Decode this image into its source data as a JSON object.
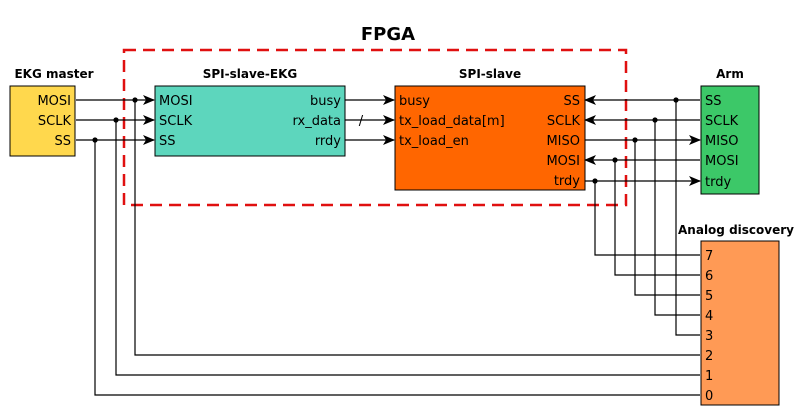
{
  "title": "FPGA",
  "colors": {
    "ekg_master": "#ffd84d",
    "spi_slave_ekg": "#5dd6bd",
    "spi_slave": "#ff6600",
    "arm": "#3cc868",
    "analog_discovery": "#ff9a55",
    "fpga_border": "#e01010"
  },
  "blocks": {
    "ekg_master": {
      "label": "EKG master",
      "pins": [
        "MOSI",
        "SCLK",
        "SS"
      ]
    },
    "spi_slave_ekg": {
      "label": "SPI-slave-EKG",
      "left_pins": [
        "MOSI",
        "SCLK",
        "SS"
      ],
      "right_pins": [
        "busy",
        "rx_data",
        "rrdy"
      ]
    },
    "spi_slave": {
      "label": "SPI-slave",
      "left_pins": [
        "busy",
        "tx_load_data[m]",
        "tx_load_en"
      ],
      "right_pins": [
        "SS",
        "SCLK",
        "MISO",
        "MOSI",
        "trdy"
      ]
    },
    "arm": {
      "label": "Arm",
      "pins": [
        "SS",
        "SCLK",
        "MISO",
        "MOSI",
        "trdy"
      ]
    },
    "analog_discovery": {
      "label": "Analog discovery",
      "pins": [
        "7",
        "6",
        "5",
        "4",
        "3",
        "2",
        "1",
        "0"
      ]
    }
  },
  "bus_marker": "/"
}
